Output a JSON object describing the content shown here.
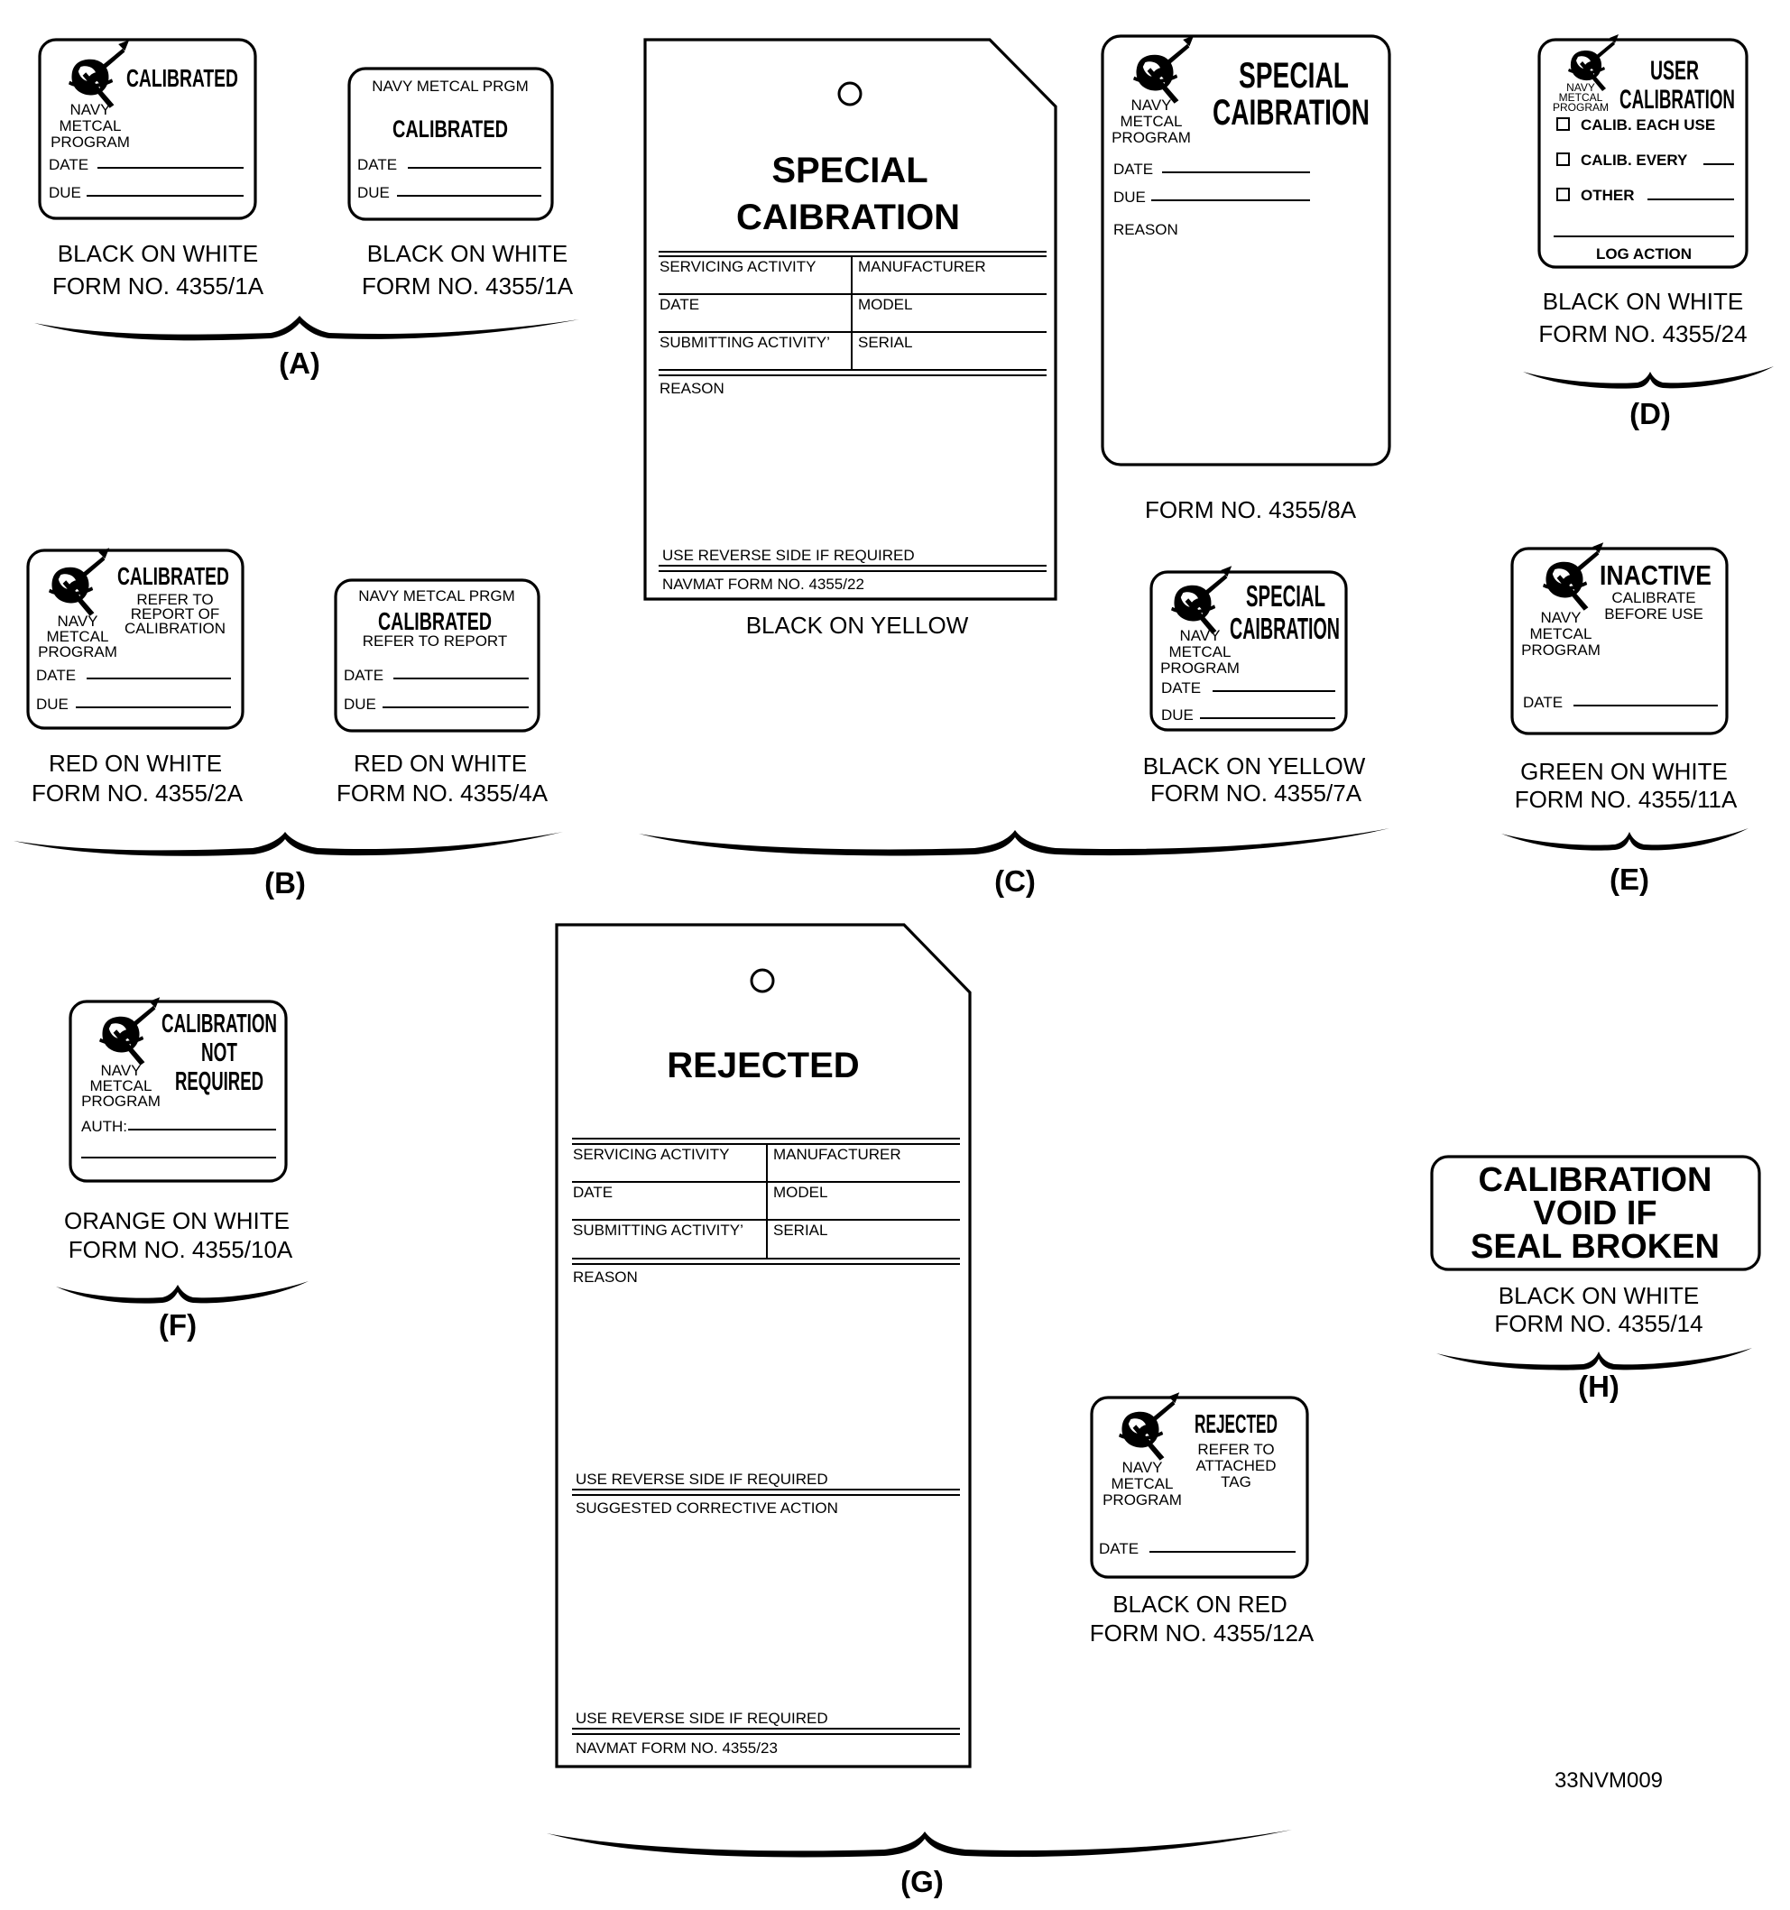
{
  "figure_id": "33NVM009",
  "groups": {
    "A": "(A)",
    "B": "(B)",
    "C": "(C)",
    "D": "(D)",
    "E": "(E)",
    "F": "(F)",
    "G": "(G)",
    "H": "(H)"
  },
  "label_1a_logo": {
    "title": "CALIBRATED",
    "program_lines": [
      "NAVY",
      "METCAL",
      "PROGRAM"
    ],
    "date": "DATE",
    "due": "DUE",
    "caption_color": "BLACK ON WHITE",
    "caption_form": "FORM NO. 4355/1A"
  },
  "label_1a_plain": {
    "header": "NAVY METCAL PRGM",
    "title": "CALIBRATED",
    "date": "DATE",
    "due": "DUE",
    "caption_color": "BLACK ON WHITE",
    "caption_form": "FORM NO. 4355/1A"
  },
  "tag_22": {
    "title_lines": [
      "SPECIAL",
      "CAIBRATION"
    ],
    "servicing": "SERVICING ACTIVITY",
    "manufacturer": "MANUFACTURER",
    "date": "DATE",
    "model": "MODEL",
    "submitting": "SUBMITTING ACTIVITY’",
    "serial": "SERIAL",
    "reason": "REASON",
    "reverse": "USE REVERSE SIDE IF REQUIRED",
    "form": "NAVMAT  FORM NO. 4355/22",
    "caption_color": "BLACK ON YELLOW"
  },
  "label_8a": {
    "title_lines": [
      "SPECIAL",
      "CAIBRATION"
    ],
    "program_lines": [
      "NAVY",
      "METCAL",
      "PROGRAM"
    ],
    "date": "DATE",
    "due": "DUE",
    "reason": "REASON",
    "caption_form": "FORM NO. 4355/8A"
  },
  "label_24": {
    "title_lines": [
      "USER",
      "CALIBRATION"
    ],
    "program_lines": [
      "NAVY",
      "METCAL",
      "PROGRAM"
    ],
    "each_use": "CALIB. EACH USE",
    "every": "CALIB. EVERY",
    "other": "OTHER",
    "log_action": "LOG ACTION",
    "caption_color": "BLACK ON WHITE",
    "caption_form": "FORM NO. 4355/24"
  },
  "label_2a": {
    "title": "CALIBRATED",
    "sub_lines": [
      "REFER TO",
      "REPORT OF",
      "CALIBRATION"
    ],
    "program_lines": [
      "NAVY",
      "METCAL",
      "PROGRAM"
    ],
    "date": "DATE",
    "due": "DUE",
    "caption_color": "RED ON WHITE",
    "caption_form": "FORM NO. 4355/2A"
  },
  "label_4a": {
    "header": "NAVY METCAL PRGM",
    "title": "CALIBRATED",
    "sub": "REFER TO REPORT",
    "date": "DATE",
    "due": "DUE",
    "caption_color": "RED ON WHITE",
    "caption_form": "FORM NO. 4355/4A"
  },
  "label_7a": {
    "title_lines": [
      "SPECIAL",
      "CAIBRATION"
    ],
    "program_lines": [
      "NAVY",
      "METCAL",
      "PROGRAM"
    ],
    "date": "DATE",
    "due": "DUE",
    "caption_color": "BLACK ON YELLOW",
    "caption_form": "FORM NO. 4355/7A"
  },
  "label_11a": {
    "title": "INACTIVE",
    "sub_lines": [
      "CALIBRATE",
      "BEFORE USE"
    ],
    "program_lines": [
      "NAVY",
      "METCAL",
      "PROGRAM"
    ],
    "date": "DATE",
    "caption_color": "GREEN ON WHITE",
    "caption_form": "FORM NO. 4355/11A"
  },
  "label_10a": {
    "title_lines": [
      "CALIBRATION",
      "NOT",
      "REQUIRED"
    ],
    "program_lines": [
      "NAVY",
      "METCAL",
      "PROGRAM"
    ],
    "auth": "AUTH:",
    "caption_color": "ORANGE ON WHITE",
    "caption_form": "FORM NO. 4355/10A"
  },
  "tag_23": {
    "title": "REJECTED",
    "servicing": "SERVICING ACTIVITY",
    "manufacturer": "MANUFACTURER",
    "date": "DATE",
    "model": "MODEL",
    "submitting": "SUBMITTING ACTIVITY’",
    "serial": "SERIAL",
    "reason": "REASON",
    "reverse1": "USE REVERSE SIDE IF REQUIRED",
    "corrective": "SUGGESTED CORRECTIVE ACTION",
    "reverse2": "USE REVERSE SIDE IF REQUIRED",
    "form": "NAVMAT FORM NO. 4355/23"
  },
  "label_12a": {
    "title": "REJECTED",
    "sub_lines": [
      "REFER TO",
      "ATTACHED",
      "TAG"
    ],
    "program_lines": [
      "NAVY",
      "METCAL",
      "PROGRAM"
    ],
    "date": "DATE",
    "caption_color": "BLACK ON RED",
    "caption_form": "FORM NO. 4355/12A"
  },
  "label_14": {
    "lines": [
      "CALIBRATION",
      "VOID IF",
      "SEAL BROKEN"
    ],
    "caption_color": "BLACK ON WHITE",
    "caption_form": "FORM NO. 4355/14"
  }
}
